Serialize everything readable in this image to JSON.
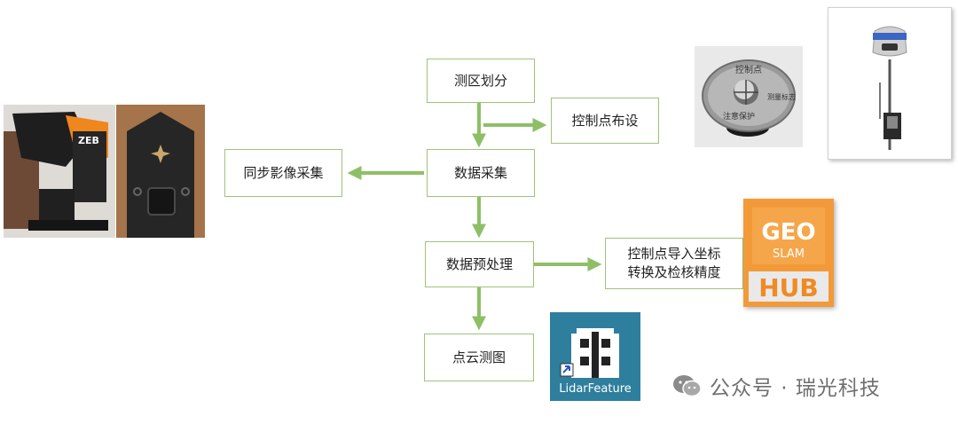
{
  "flow": {
    "zone": "测区划分",
    "control_layout": "控制点布设",
    "collect": "数据采集",
    "sync_image": "同步影像采集",
    "preprocess": "数据预处理",
    "control_import_line1": "控制点导入坐标",
    "control_import_line2": "转换及检核精度",
    "mapping": "点云测图"
  },
  "images": {
    "marker_text_top": "控制点",
    "marker_text_bottom": "注意保护",
    "marker_text_side": "测量标志",
    "scanner_brand": "ZEB",
    "geo_word": "GEO",
    "slam_word": "SLAM",
    "hub_word": "HUB",
    "lidar_label": "LidarFeature"
  },
  "watermark": {
    "text": "公众号 · 瑞光科技"
  },
  "colors": {
    "arrow": "#8ebf66",
    "box_border": "#9dc47a",
    "geo_orange": "#f08a24"
  }
}
